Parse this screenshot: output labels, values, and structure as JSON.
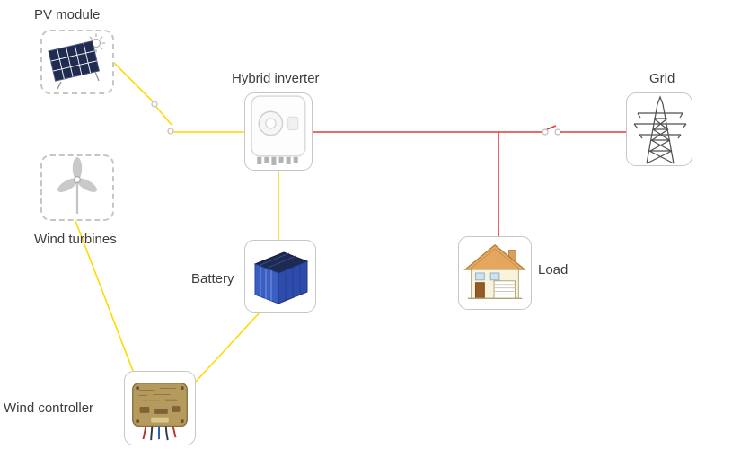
{
  "colors": {
    "dc_line": "#ffd900",
    "ac_line": "#e23b3b",
    "node_border": "#c6c6c6",
    "label_text": "#3d3d3d",
    "background": "#ffffff"
  },
  "nodes": {
    "pv_module": {
      "label": "PV module",
      "icon": "solar-panel-sun-icon",
      "border": "dashed"
    },
    "wind_turbines": {
      "label": "Wind turbines",
      "icon": "wind-turbine-icon",
      "border": "dashed"
    },
    "hybrid_inverter": {
      "label": "Hybrid inverter",
      "icon": "inverter-device-icon",
      "border": "solid"
    },
    "grid": {
      "label": "Grid",
      "icon": "transmission-tower-icon",
      "border": "solid"
    },
    "battery": {
      "label": "Battery",
      "icon": "battery-pack-icon",
      "border": "solid"
    },
    "load": {
      "label": "Load",
      "icon": "house-icon",
      "border": "solid"
    },
    "wind_controller": {
      "label": "Wind controller",
      "icon": "controller-board-icon",
      "border": "solid"
    }
  },
  "connections": [
    {
      "from": "pv_module",
      "to": "hybrid_inverter",
      "line": "dc_line",
      "switch": true
    },
    {
      "from": "hybrid_inverter",
      "to": "battery",
      "line": "dc_line",
      "switch": false
    },
    {
      "from": "hybrid_inverter",
      "to": "grid",
      "line": "ac_line",
      "switch": true
    },
    {
      "from": "hybrid_inverter",
      "to": "load",
      "line": "ac_line",
      "switch": false
    },
    {
      "from": "wind_turbines",
      "to": "wind_controller",
      "line": "dc_line",
      "switch": false
    },
    {
      "from": "battery",
      "to": "wind_controller",
      "line": "dc_line",
      "switch": false
    }
  ]
}
